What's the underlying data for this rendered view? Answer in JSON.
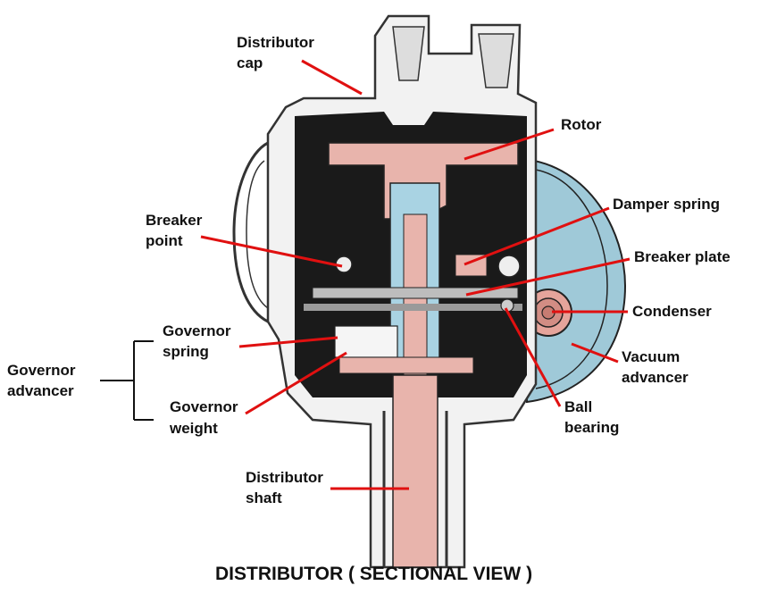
{
  "caption": "DISTRIBUTOR ( SECTIONAL VIEW )",
  "labels": {
    "distributor_cap": [
      "Distributor",
      "cap"
    ],
    "rotor": [
      "Rotor"
    ],
    "damper_spring": [
      "Damper spring"
    ],
    "breaker_point": [
      "Breaker",
      "point"
    ],
    "breaker_plate": [
      "Breaker plate"
    ],
    "condenser": [
      "Condenser"
    ],
    "governor_spring": [
      "Governor",
      "spring"
    ],
    "vacuum_advancer": [
      "Vacuum",
      "advancer"
    ],
    "governor_advancer": [
      "Governor",
      "advancer"
    ],
    "governor_weight": [
      "Governor",
      "weight"
    ],
    "ball_bearing": [
      "Ball",
      "bearing"
    ],
    "distributor_shaft": [
      "Distributor",
      "shaft"
    ]
  },
  "colors": {
    "leader_line": "#e01010",
    "housing_fill": "#f2f2f2",
    "housing_outline": "#333333",
    "interior": "#1a1a1a",
    "rotor_pink": "#e8b4ac",
    "blue_part": "#a9d3e3",
    "vacuum_blue": "#9fc9d8"
  }
}
